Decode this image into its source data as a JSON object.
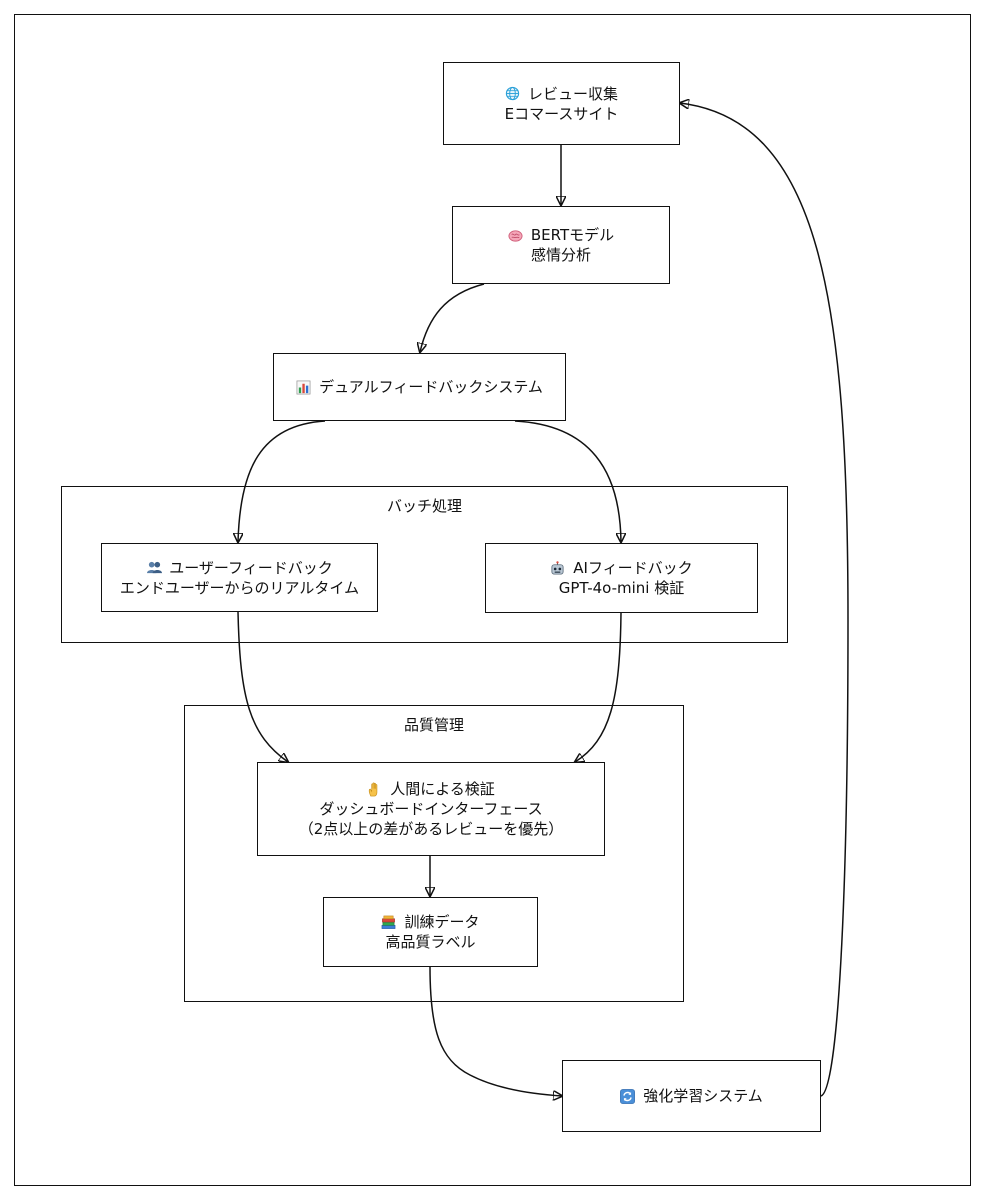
{
  "groups": {
    "batch": {
      "label": "バッチ処理"
    },
    "quality": {
      "label": "品質管理"
    }
  },
  "nodes": {
    "review": {
      "icon": "globe-icon",
      "line1": "レビュー収集",
      "line2": "Eコマースサイト"
    },
    "bert": {
      "icon": "brain-icon",
      "line1": "BERTモデル",
      "line2": "感情分析"
    },
    "dual": {
      "icon": "bar-chart-icon",
      "line1": "デュアルフィードバックシステム"
    },
    "user_fb": {
      "icon": "users-icon",
      "line1": "ユーザーフィードバック",
      "line2": "エンドユーザーからのリアルタイム"
    },
    "ai_fb": {
      "icon": "robot-icon",
      "line1": "AIフィードバック",
      "line2": "GPT-4o-mini 検証"
    },
    "human": {
      "icon": "hand-icon",
      "line1": "人間による検証",
      "line2": "ダッシュボードインターフェース",
      "line3": "（2点以上の差があるレビューを優先）"
    },
    "training": {
      "icon": "books-icon",
      "line1": "訓練データ",
      "line2": "高品質ラベル"
    },
    "rl": {
      "icon": "refresh-icon",
      "line1": "強化学習システム"
    }
  },
  "edges": [
    {
      "from": "review",
      "to": "bert"
    },
    {
      "from": "bert",
      "to": "dual"
    },
    {
      "from": "dual",
      "to": "user_fb"
    },
    {
      "from": "dual",
      "to": "ai_fb"
    },
    {
      "from": "user_fb",
      "to": "human"
    },
    {
      "from": "ai_fb",
      "to": "human"
    },
    {
      "from": "human",
      "to": "training"
    },
    {
      "from": "training",
      "to": "rl"
    },
    {
      "from": "rl",
      "to": "review"
    }
  ]
}
